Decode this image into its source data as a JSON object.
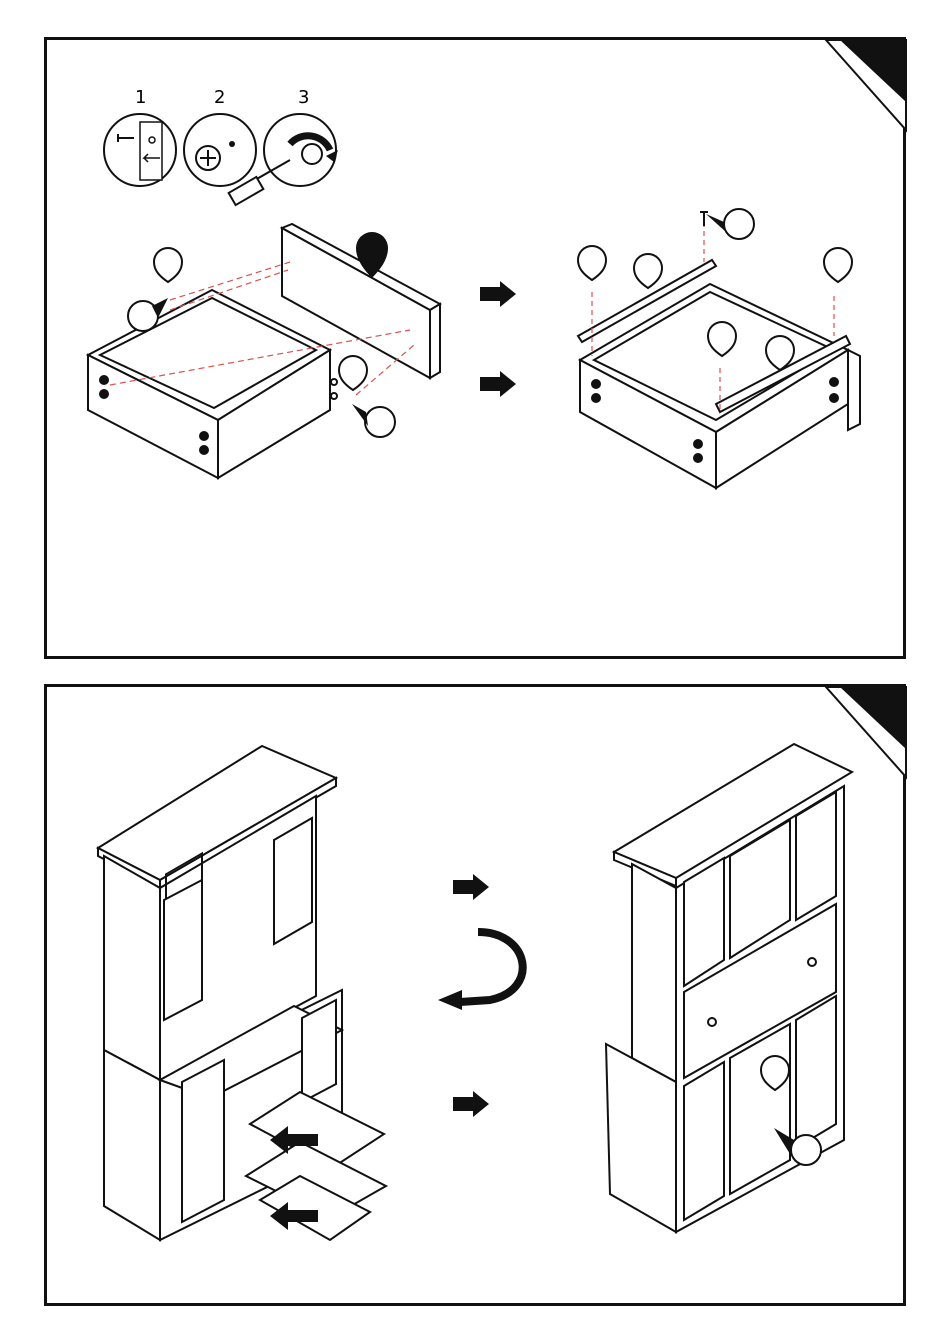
{
  "steps": [
    {
      "detail_numbers": [
        "1",
        "2",
        "3"
      ]
    },
    {}
  ],
  "colors": {
    "line": "#111111",
    "dashed_guide": "#d9534f",
    "background": "#ffffff"
  },
  "icons": [
    "cam-lock-icon",
    "screwdriver-icon",
    "arrow-right-icon",
    "rotate-icon",
    "callout-pin-icon",
    "screw-icon"
  ]
}
